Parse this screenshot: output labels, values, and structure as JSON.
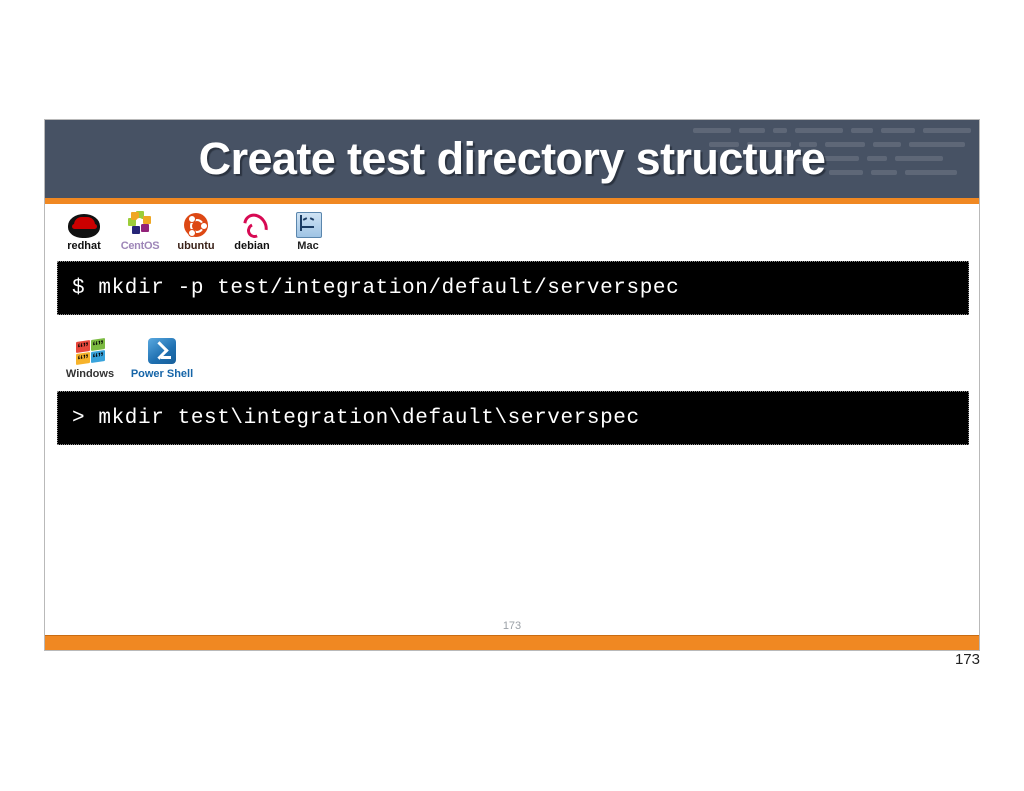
{
  "slide": {
    "title": "Create test directory structure",
    "slide_number_faint": "173",
    "colors": {
      "title_band": "#475264",
      "accent_orange": "#f08822",
      "terminal_bg": "#000000",
      "terminal_text": "#ffffff",
      "slide_bg": "#ffffff"
    },
    "unix_logos": [
      {
        "name": "redhat-logo",
        "label_part1": "red",
        "label_part2": "hat",
        "label": "redhat"
      },
      {
        "name": "centos-logo",
        "label": "CentOS"
      },
      {
        "name": "ubuntu-logo",
        "label": "ubuntu"
      },
      {
        "name": "debian-logo",
        "label": "debian"
      },
      {
        "name": "mac-logo",
        "label": "Mac"
      }
    ],
    "windows_logos": [
      {
        "name": "windows-logo",
        "label": "Windows"
      },
      {
        "name": "powershell-logo",
        "label": "Power Shell"
      }
    ],
    "terminals": [
      {
        "name": "unix-terminal",
        "prompt": "$",
        "command": "mkdir -p test/integration/default/serverspec",
        "full_line": "$ mkdir -p test/integration/default/serverspec"
      },
      {
        "name": "windows-terminal",
        "prompt": ">",
        "command": "mkdir test\\integration\\default\\serverspec",
        "full_line": "> mkdir test\\integration\\default\\serverspec"
      }
    ]
  },
  "page": {
    "page_number": "173"
  }
}
